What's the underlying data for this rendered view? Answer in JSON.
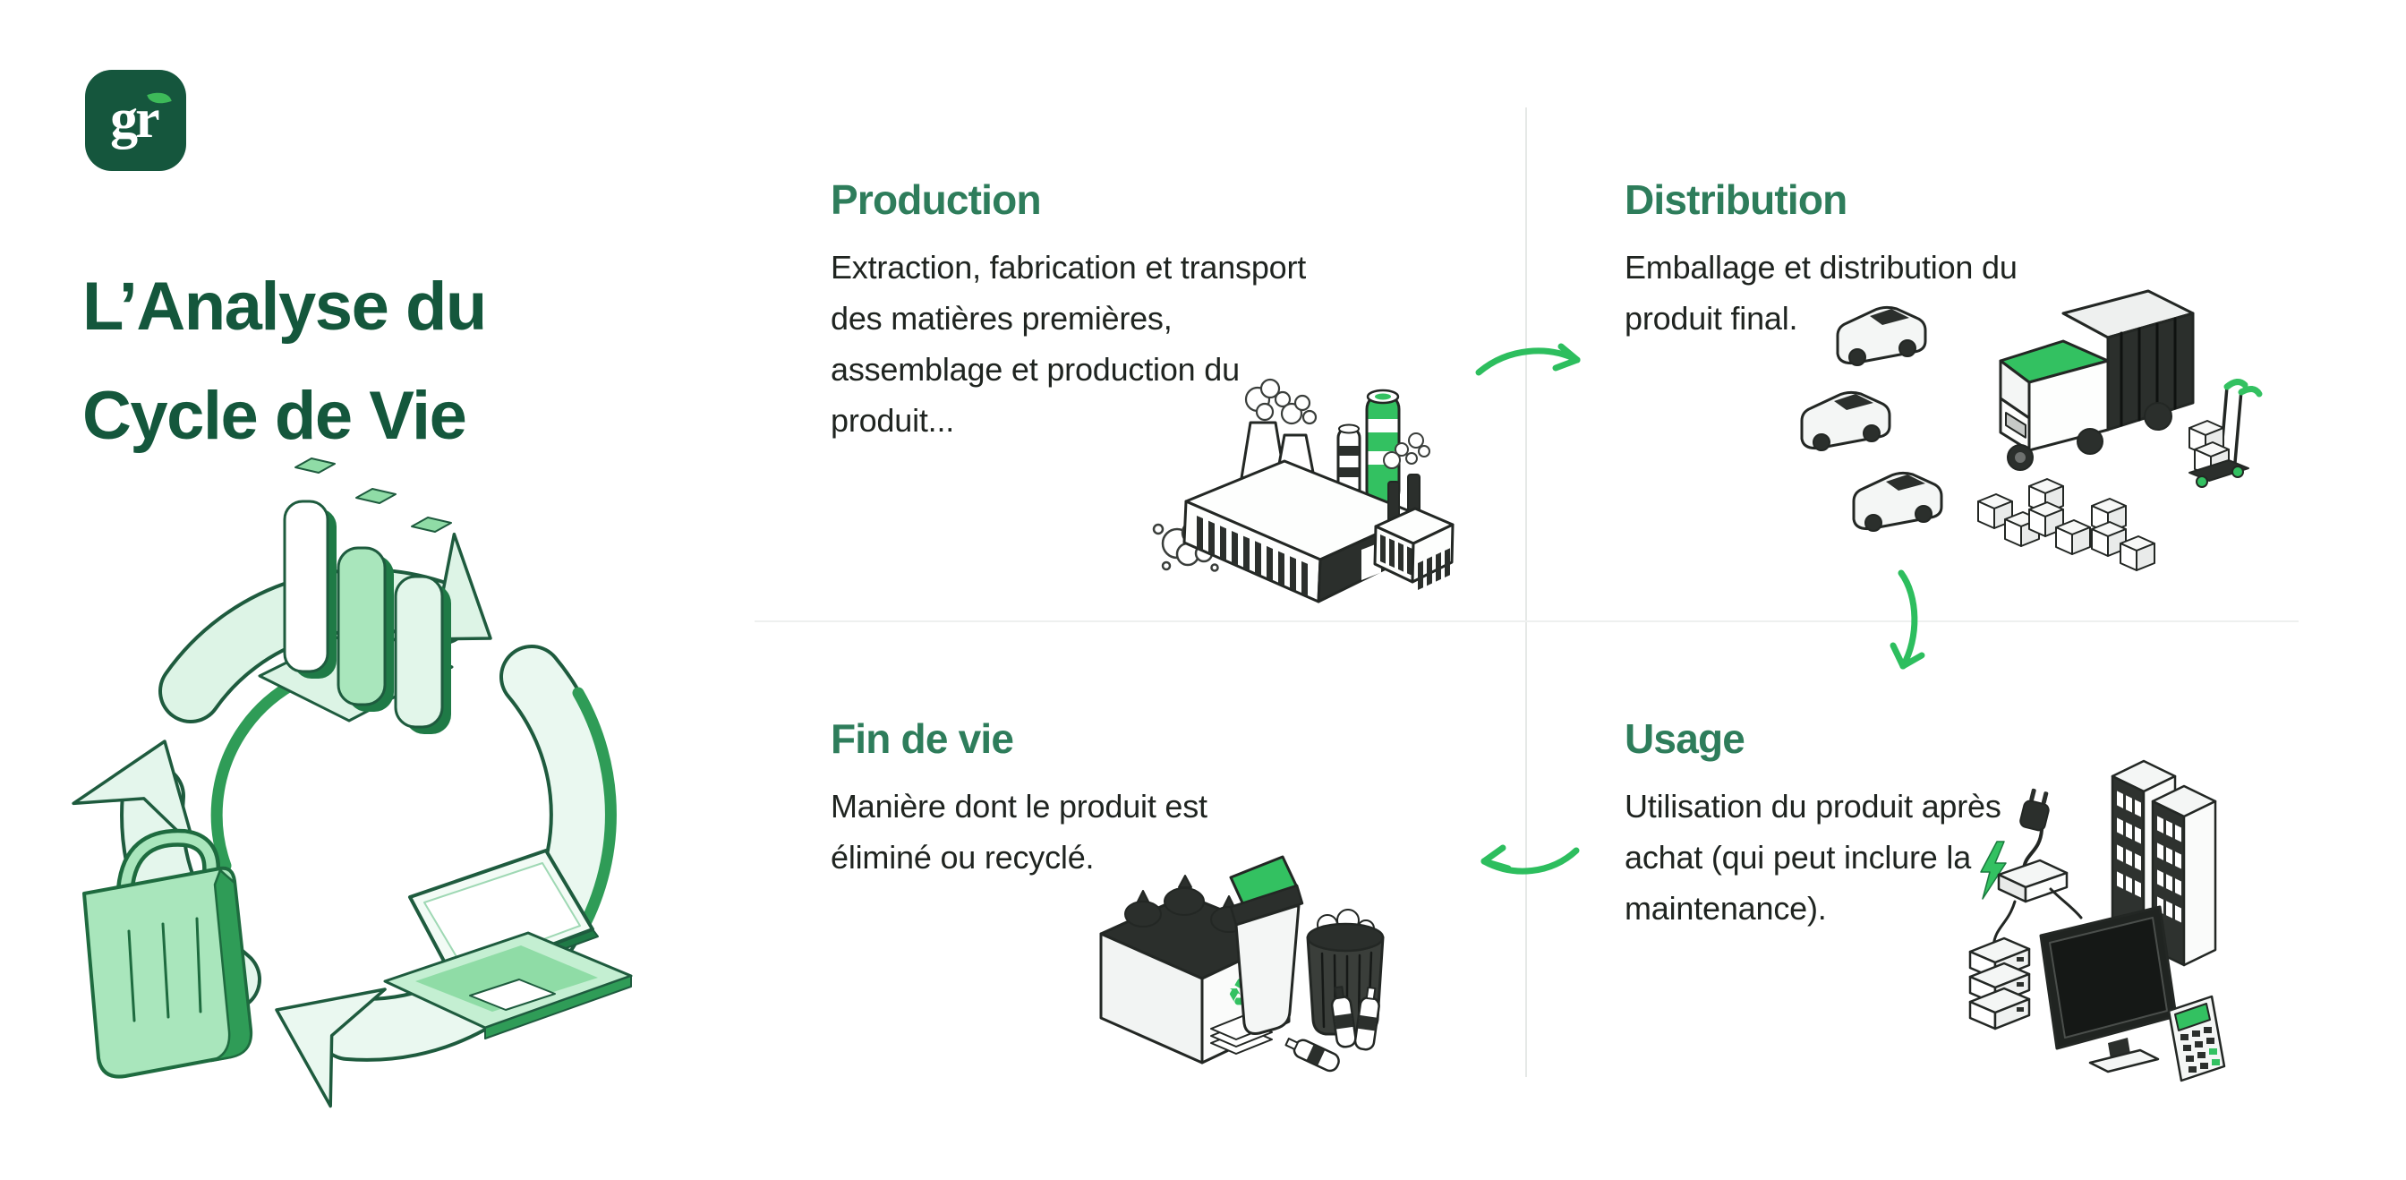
{
  "logo": {
    "text": "gr"
  },
  "title": {
    "text": "L’Analyse du\nCycle de Vie"
  },
  "sections": {
    "production": {
      "heading": "Production",
      "body": "Extraction, fabrication et transport\ndes matières premières,\nassemblage et production du\nproduit..."
    },
    "distribution": {
      "heading": "Distribution",
      "body": "Emballage et distribution du\nproduit final."
    },
    "usage": {
      "heading": "Usage",
      "body": "Utilisation du produit après\nachat (qui peut inclure la\nmaintenance)."
    },
    "end_of_life": {
      "heading": "Fin de vie",
      "body": "Manière dont le produit est\néliminé ou recyclé."
    }
  },
  "icons": {
    "recycle_glyph": "♻"
  },
  "colors": {
    "title_green": "#14573C",
    "heading_green": "#2E7D5B",
    "accent_arrow_green": "#2DBE5E",
    "illustration_green": "#33C161",
    "ring_green": "#2F9C57",
    "light_green": "#A9E6BC",
    "mint": "#EAF8F0",
    "logo_background": "#15563D",
    "body_text": "#1F2420",
    "divider_gray": "#E6E9E7",
    "ink_outline": "#232724"
  }
}
